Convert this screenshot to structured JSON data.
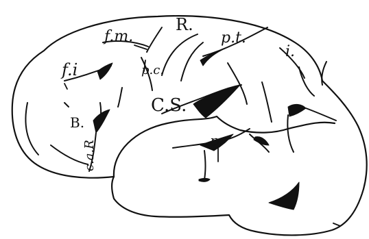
{
  "labels": {
    "f_m": "f.m.",
    "R": "R.",
    "p_t": "p.t.",
    "i": "i.",
    "f_i": "f.i",
    "p_c": "p.c.",
    "C_S": "C.S.",
    "B": "B.",
    "c_a_R": "c.a.R",
    "p": "p."
  },
  "colors": {
    "ink": "#111111",
    "paper": "#ffffff"
  }
}
